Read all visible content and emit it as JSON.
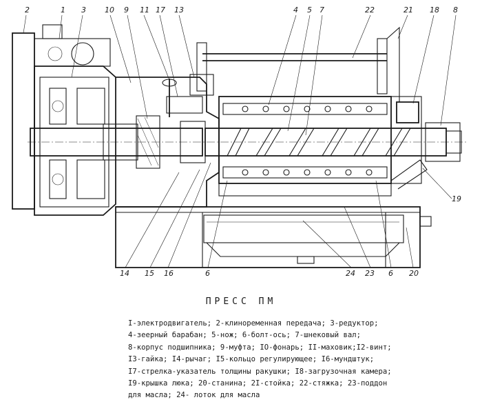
{
  "figure": {
    "title": "ПРЕСС ПМ",
    "callouts_top": [
      "2",
      "1",
      "3",
      "10",
      "9",
      "11",
      "17",
      "13",
      "4",
      "5",
      "7",
      "22",
      "21",
      "18",
      "8"
    ],
    "callouts_bottom": [
      "14",
      "15",
      "16",
      "6",
      "24",
      "23",
      "6",
      "20"
    ],
    "callouts_right": [
      "19"
    ]
  },
  "legend": [
    "I-электродвигатель; 2-клиноременная передача; 3-редуктор;",
    "4-зеерный барабан; 5-нож; 6-болт-ось; 7-шнековый вал;",
    "8-корпус подшипника; 9-муфта; IO-фонарь; II-маховик;I2-винт;",
    "I3-гайка; I4-рычаг; I5-кольцо регулирующее; I6-мундштук;",
    "I7-стрелка-указатель толщины ракушки; I8-загрузочная камера;",
    "I9-крышка люка; 20-станина; 2I-стойка; 22-стяжка; 23-поддон",
    "для масла; 24- лоток для масла"
  ]
}
